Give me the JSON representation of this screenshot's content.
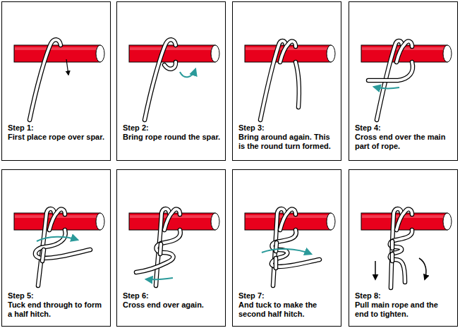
{
  "diagram": {
    "nodes": [
      {
        "text": [
          "Step 1:",
          "First place rope over spar."
        ]
      },
      {
        "text": [
          "Step 2:",
          "Bring rope round the spar."
        ]
      },
      {
        "text": [
          "Step 3:",
          "Bring around again. This is the round turn formed."
        ]
      },
      {
        "text": [
          "Step 4:",
          "Cross end over the main part of rope."
        ]
      },
      {
        "text": [
          "Step 5:",
          "Tuck end through to form a half hitch."
        ]
      },
      {
        "text": [
          "Step 6:",
          "Cross end over again."
        ]
      },
      {
        "text": [
          "Step 7:",
          "And tuck to make the second half hitch."
        ]
      },
      {
        "text": [
          "Step 8:",
          "Pull main rope and the end to tighten."
        ]
      }
    ]
  }
}
